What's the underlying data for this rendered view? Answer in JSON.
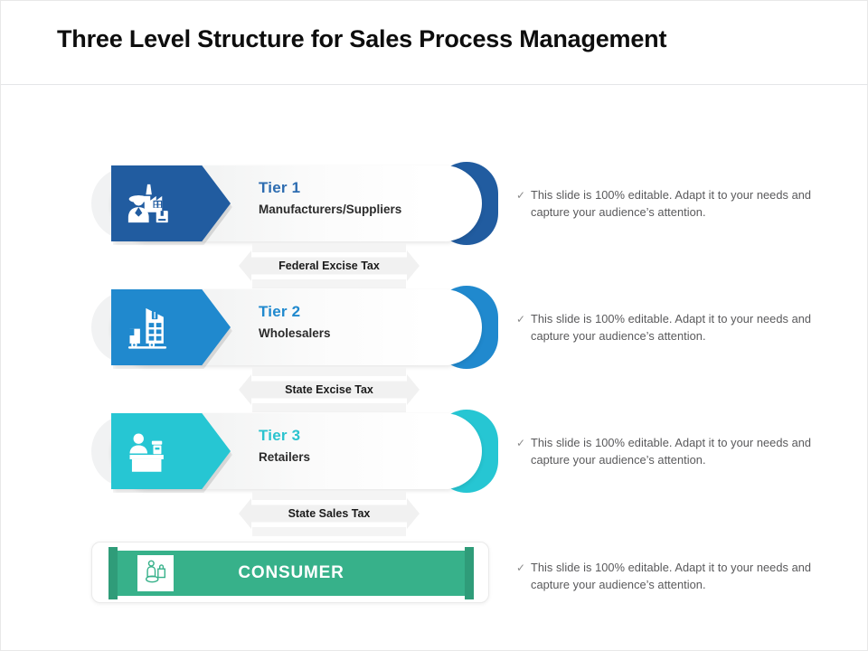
{
  "slide": {
    "title": "Three Level Structure for Sales Process Management"
  },
  "tiers": [
    {
      "label": "Tier 1",
      "sublabel": "Manufacturers/Suppliers",
      "color": "#215CA0",
      "label_color": "#2d6cb0",
      "icon": "factory-worker-icon"
    },
    {
      "label": "Tier 2",
      "sublabel": "Wholesalers",
      "color": "#2089CE",
      "label_color": "#2089CE",
      "icon": "warehouse-truck-icon"
    },
    {
      "label": "Tier 3",
      "sublabel": "Retailers",
      "color": "#26C6D3",
      "label_color": "#2bc3cf",
      "icon": "retail-counter-icon"
    }
  ],
  "connectors": [
    {
      "label": "Federal Excise Tax"
    },
    {
      "label": "State Excise  Tax"
    },
    {
      "label": "State Sales Tax"
    }
  ],
  "consumer": {
    "title": "CONSUMER",
    "color": "#37B18A",
    "cap_color": "#2f9c79",
    "icon": "shopper-icon"
  },
  "bullets": [
    {
      "check": "✓",
      "text": "This slide is 100% editable. Adapt it to your needs and capture your audience’s attention."
    },
    {
      "check": "✓",
      "text": "This slide is 100% editable. Adapt it to your needs and capture your audience’s attention."
    },
    {
      "check": "✓",
      "text": "This slide is 100% editable. Adapt it to your needs and capture your audience’s attention."
    },
    {
      "check": "✓",
      "text": "This slide is 100% editable. Adapt it to your needs and capture your audience’s attention."
    }
  ]
}
